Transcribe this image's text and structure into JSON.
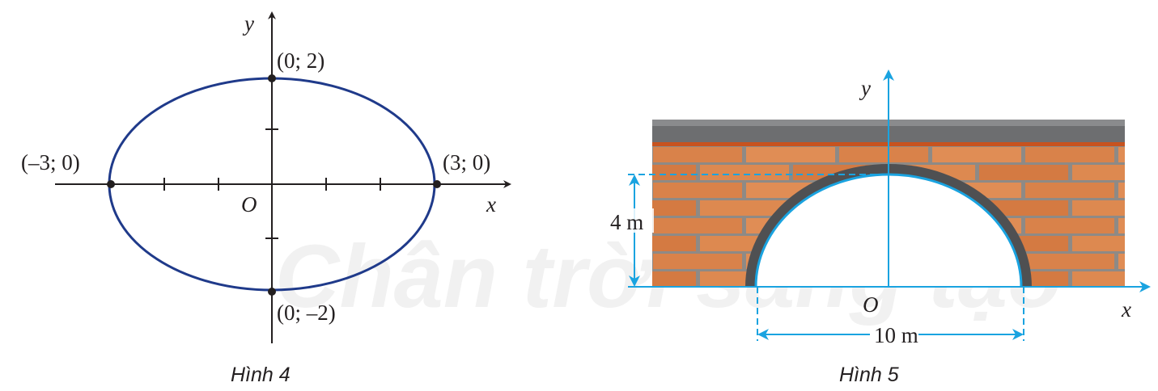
{
  "watermark": "Chân trời sáng tạo",
  "figure4": {
    "caption": "Hình 4",
    "axis_x": "x",
    "axis_y": "y",
    "origin": "O",
    "points": [
      {
        "label": "(–3; 0)",
        "x": -3,
        "y": 0
      },
      {
        "label": "(3; 0)",
        "x": 3,
        "y": 0
      },
      {
        "label": "(0; 2)",
        "x": 0,
        "y": 2
      },
      {
        "label": "(0; –2)",
        "x": 0,
        "y": -2
      }
    ],
    "ellipse_color": "#1f3a8a"
  },
  "figure5": {
    "caption": "Hình 5",
    "axis_x": "x",
    "axis_y": "y",
    "origin": "O",
    "height_label": "4 m",
    "width_label": "10 m",
    "accent_color": "#1aa3e0",
    "brick_color": "#d9824a"
  }
}
